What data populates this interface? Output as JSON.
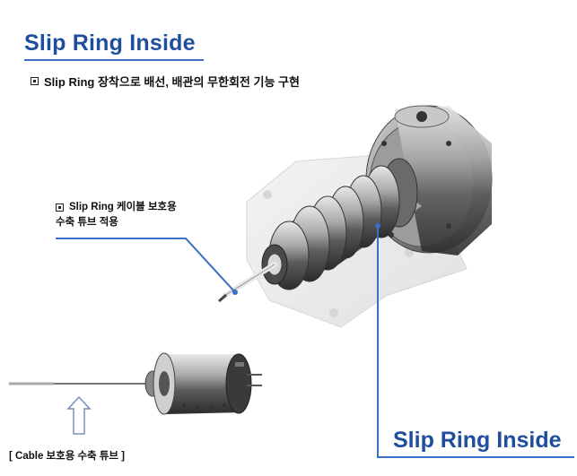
{
  "header": {
    "title": "Slip Ring Inside",
    "bullet_text": "Slip Ring 장착으로 배선, 배관의 무한회전 기능 구현"
  },
  "callout": {
    "line1": "Slip Ring 케이블 보호용",
    "line2": "수축 튜브 적용"
  },
  "cable_label": "[ Cable 보호용 수축 튜브 ]",
  "bottom_title": "Slip Ring Inside",
  "colors": {
    "title_blue": "#1f4e9c",
    "leader_line": "#3a6fc4"
  }
}
